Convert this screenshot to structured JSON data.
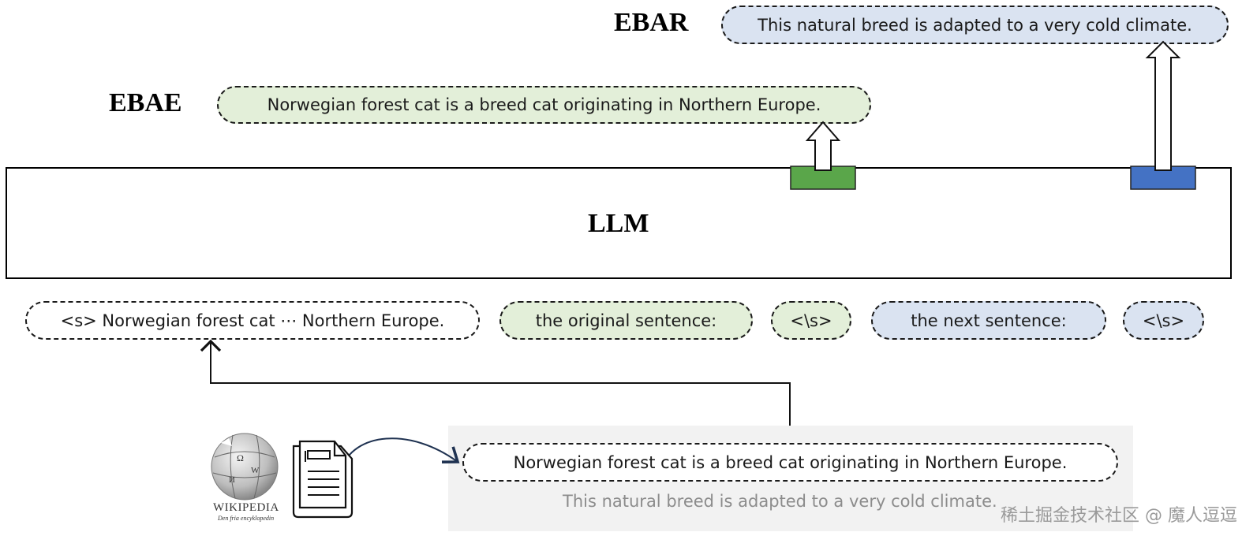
{
  "labels": {
    "ebar": "EBAR",
    "ebae": "EBAE",
    "llm": "LLM"
  },
  "outputs": {
    "ebar_sentence": "This natural breed is adapted to a very cold climate.",
    "ebae_sentence": "Norwegian forest cat  is a breed cat originating in Northern Europe."
  },
  "input_tokens": [
    {
      "text": "<s> Norwegian forest cat ⋯ Northern Europe.",
      "style": "white"
    },
    {
      "text": "the original sentence:",
      "style": "green"
    },
    {
      "text": "<\\s>",
      "style": "green"
    },
    {
      "text": "the next sentence:",
      "style": "blue"
    },
    {
      "text": "<\\s>",
      "style": "blue"
    }
  ],
  "source": {
    "sentence": "Norwegian forest cat  is a breed cat originating in Northern Europe.",
    "next_sentence": "This natural breed is adapted to a very cold climate.",
    "wikipedia_wordmark": "WIKIPEDIA",
    "wikipedia_tagline": "Den fria encyklopedin"
  },
  "watermark": "稀土掘金技术社区 @ 魔人逗逗",
  "colors": {
    "green_fill": "#e3efd9",
    "blue_fill": "#dae3f1",
    "green_token": "#5aa64a",
    "blue_token": "#4472c4",
    "panel_bg": "#f2f2f2"
  }
}
